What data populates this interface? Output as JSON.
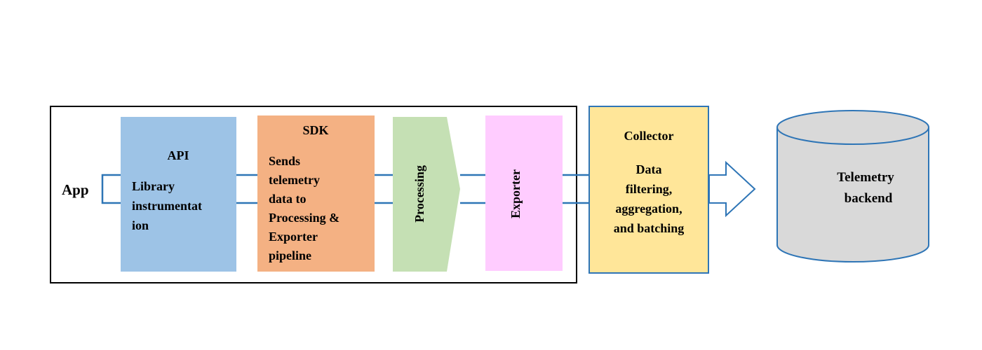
{
  "diagram": {
    "app": {
      "label": "App"
    },
    "api": {
      "title": "API",
      "lines": [
        "Library",
        "instrumentat",
        "ion"
      ],
      "color": "#9dc3e6"
    },
    "sdk": {
      "title": "SDK",
      "lines": [
        "Sends",
        "telemetry",
        "data to",
        "Processing &",
        "Exporter",
        "pipeline"
      ],
      "color": "#f4b183"
    },
    "processing": {
      "label": "Processing",
      "color": "#c5e0b4"
    },
    "exporter": {
      "label": "Exporter",
      "color": "#ffccff"
    },
    "collector": {
      "title": "Collector",
      "lines": [
        "Data",
        "filtering,",
        "aggregation,",
        "and batching"
      ],
      "color": "#ffe699",
      "border": "#2e75b6"
    },
    "backend": {
      "lines": [
        "Telemetry",
        "backend"
      ],
      "color": "#d9d9d9",
      "border": "#2e75b6"
    },
    "connector_color": "#2e75b6"
  }
}
